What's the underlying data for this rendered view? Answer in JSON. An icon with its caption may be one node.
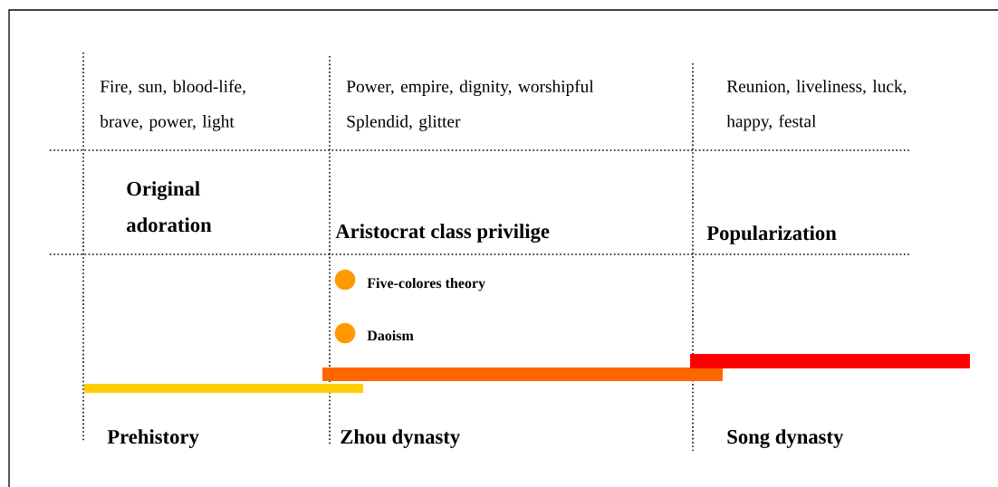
{
  "diagram": {
    "nodes": [
      {
        "text": [],
        "shape": "bar"
      },
      {
        "text": [],
        "shape": "bar"
      },
      {
        "text": [],
        "shape": "bar"
      }
    ],
    "labels": [
      "Fire, sun, blood-life, brave, power, light",
      "Power, empire, dignity, worshipful Splendid, glitter",
      "Reunion, liveliness, luck, happy, festal",
      "Original adoration",
      "Aristocrat class privilige",
      "Popularization",
      "Five-colores theory",
      "Daoism",
      "Prehistory",
      "Zhou dynasty",
      "Song dynasty"
    ]
  }
}
